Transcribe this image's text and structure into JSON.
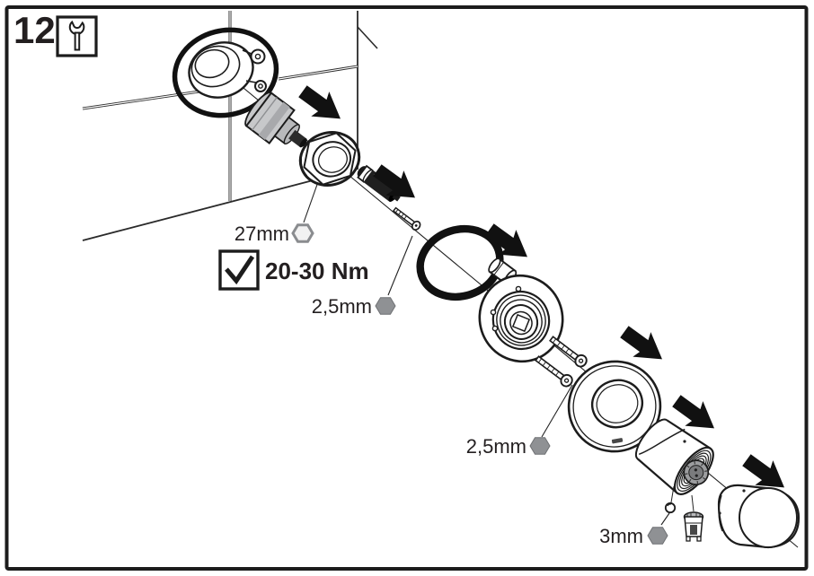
{
  "page": {
    "step_number": "12",
    "background": "#ffffff",
    "border_color": "#1c1c1c"
  },
  "header": {
    "tool_icon": "open-end-wrench-icon"
  },
  "labels": {
    "nut_wrench_size": "27mm",
    "torque_spec": "20-30 Nm",
    "hex_key_extension_screw": "2,5mm",
    "hex_key_plate_screws": "2,5mm",
    "hex_key_handle_screw": "3mm"
  },
  "icons": {
    "torque_check": "checkbox-checked-icon",
    "nut_size_hex": "hex-nut-outline-icon",
    "allen_key_hex": "hex-socket-filled-icon",
    "direction_arrows": "solid-arrow-southeast-icon"
  },
  "colors": {
    "line": "#1c1c1c",
    "cartridge_gray": "#c7c8ca",
    "hex_fill_gray": "#8f9194",
    "spline_gray": "#9c9d9f"
  }
}
